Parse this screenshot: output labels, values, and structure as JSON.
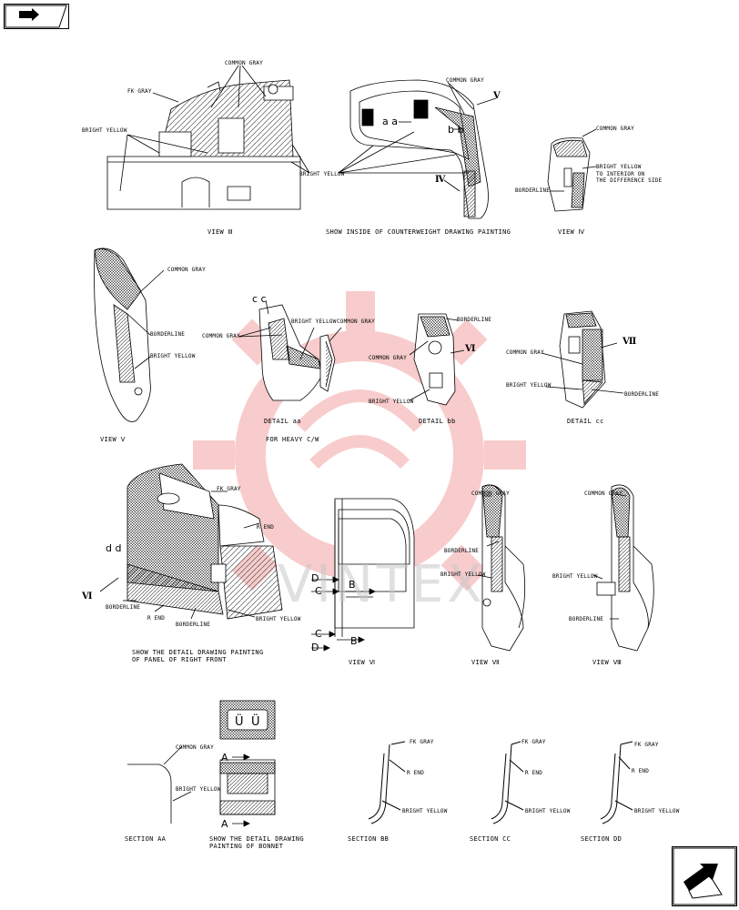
{
  "nav": {
    "prev_icon": "page-back-arrow-icon",
    "next_icon": "page-forward-arrow-icon"
  },
  "watermark": "VINTEX",
  "colors": {
    "common_gray": "#bdbdbd",
    "bright_yellow": "#ffffff",
    "fk_gray": "#7a7a7a",
    "watermark_gear": "#f3a4a4"
  },
  "views": {
    "view_iii": {
      "caption": "VIEW Ⅲ",
      "labels": {
        "common_gray": "COMMON GRAY",
        "fk_gray": "FK GRAY",
        "bright_yellow": "BRIGHT YELLOW"
      }
    },
    "counterweight": {
      "caption": "SHOW INSIDE OF COUNTERWEIGHT DRAWING PAINTING",
      "labels": {
        "common_gray": "COMMON GRAY",
        "bright_yellow": "BRIGHT YELLOW",
        "aa": "a a",
        "bb": "b b",
        "v": "Ⅴ",
        "iv": "Ⅳ"
      }
    },
    "view_iv": {
      "caption": "VIEW Ⅳ",
      "labels": {
        "common_gray": "COMMON GRAY",
        "bright_yellow": "BRIGHT YELLOW",
        "interior": "TO INTERIOR ON\nTHE DIFFERENCE SIDE",
        "borderline": "BORDERLINE"
      }
    },
    "view_v": {
      "caption": "VIEW Ⅴ",
      "labels": {
        "common_gray": "COMMON GRAY",
        "borderline": "BORDERLINE",
        "bright_yellow": "BRIGHT YELLOW"
      }
    },
    "detail_aa": {
      "caption": "DETAIL aa",
      "subcaption": "FOR HEAVY C/W",
      "labels": {
        "cc": "c c",
        "common_gray_1": "COMMON GRAY",
        "bright_yellow": "BRIGHT YELLOW",
        "common_gray_2": "COMMON GRAY"
      }
    },
    "detail_bb": {
      "caption": "DETAIL bb",
      "labels": {
        "borderline": "BORDERLINE",
        "common_gray": "COMMON GRAY",
        "vi": "Ⅵ",
        "bright_yellow": "BRIGHT YELLOW"
      }
    },
    "detail_cc": {
      "caption": "DETAIL cc",
      "labels": {
        "vii": "Ⅶ",
        "common_gray": "COMMON GRAY",
        "bright_yellow": "BRIGHT YELLOW",
        "borderline": "BORDERLINE"
      }
    },
    "right_front": {
      "caption": "SHOW THE DETAIL DRAWING PAINTING\nOF PANEL OF RIGHT FRONT",
      "labels": {
        "fk_gray": "FK GRAY",
        "r_end_1": "R END",
        "dd": "d d",
        "vi": "Ⅵ",
        "borderline_1": "BORDERLINE",
        "r_end_2": "R END",
        "borderline_2": "BORDERLINE",
        "bright_yellow": "BRIGHT YELLOW"
      }
    },
    "view_vi": {
      "caption": "VIEW Ⅵ",
      "labels": {
        "d1": "D",
        "b1": "B",
        "c1": "C",
        "c2": "C",
        "b2": "B",
        "d2": "D"
      }
    },
    "view_vii": {
      "caption": "VIEW Ⅶ",
      "labels": {
        "common_gray": "COMMON GRAY",
        "borderline_1": "BORDERLINE",
        "bright_yellow": "BRIGHT YELLOW"
      }
    },
    "view_viii": {
      "caption": "VIEW Ⅷ",
      "labels": {
        "common_gray": "COMMON GRAY",
        "bright_yellow": "BRIGHT YELLOW",
        "borderline": "BORDERLINE"
      }
    },
    "section_aa": {
      "caption": "SECTION AA",
      "labels": {
        "common_gray": "COMMON GRAY",
        "bright_yellow": "BRIGHT YELLOW",
        "a1": "A",
        "a2": "A"
      }
    },
    "bonnet": {
      "caption": "SHOW THE DETAIL DRAWING\nPAINTING OF BONNET"
    },
    "section_bb": {
      "caption": "SECTION BB",
      "labels": {
        "fk_gray": "FK GRAY",
        "r_end": "R END",
        "bright_yellow": "BRIGHT YELLOW"
      }
    },
    "section_cc": {
      "caption": "SECTION CC",
      "labels": {
        "fk_gray": "FK GRAY",
        "r_end": "R END",
        "bright_yellow": "BRIGHT YELLOW"
      }
    },
    "section_dd": {
      "caption": "SECTION DD",
      "labels": {
        "fk_gray": "FK GRAY",
        "r_end": "R END",
        "bright_yellow": "BRIGHT YELLOW"
      }
    }
  }
}
